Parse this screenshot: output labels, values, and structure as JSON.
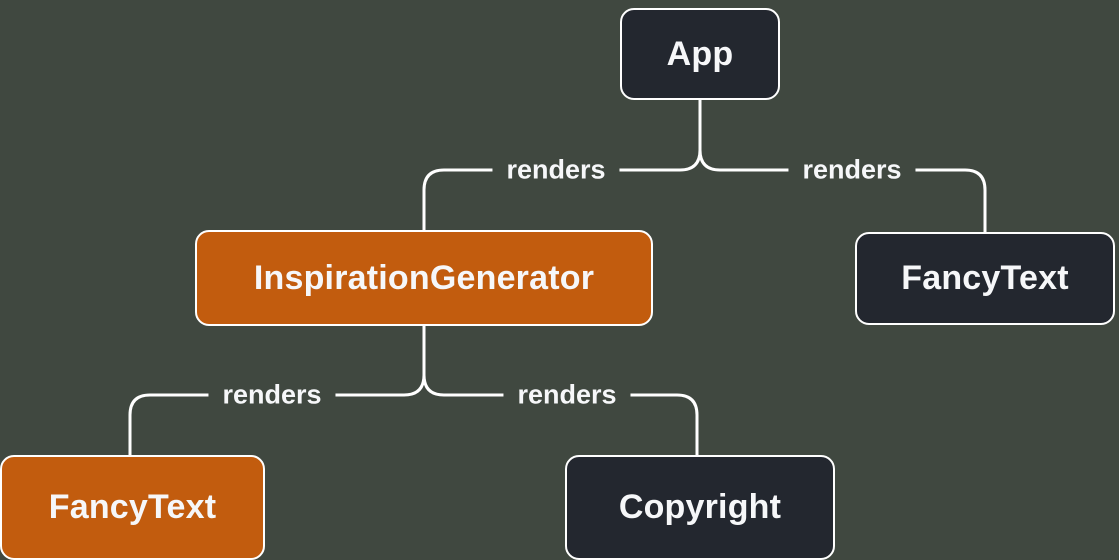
{
  "colors": {
    "bg": "#404840",
    "line": "#ffffff",
    "node-dark": "#23272f",
    "node-orange": "#c25c0e",
    "node-border": "#ffffff",
    "node-text": "#f6f7f9"
  },
  "nodes": {
    "app": {
      "label": "App",
      "color": "dark"
    },
    "inspirationGenerator": {
      "label": "InspirationGenerator",
      "color": "orange"
    },
    "fancyTextTop": {
      "label": "FancyText",
      "color": "dark"
    },
    "fancyTextBottom": {
      "label": "FancyText",
      "color": "orange"
    },
    "copyright": {
      "label": "Copyright",
      "color": "dark"
    }
  },
  "edges": [
    {
      "from": "App",
      "to": "InspirationGenerator",
      "label": "renders"
    },
    {
      "from": "App",
      "to": "FancyText",
      "label": "renders"
    },
    {
      "from": "InspirationGenerator",
      "to": "FancyText",
      "label": "renders"
    },
    {
      "from": "InspirationGenerator",
      "to": "Copyright",
      "label": "renders"
    }
  ]
}
